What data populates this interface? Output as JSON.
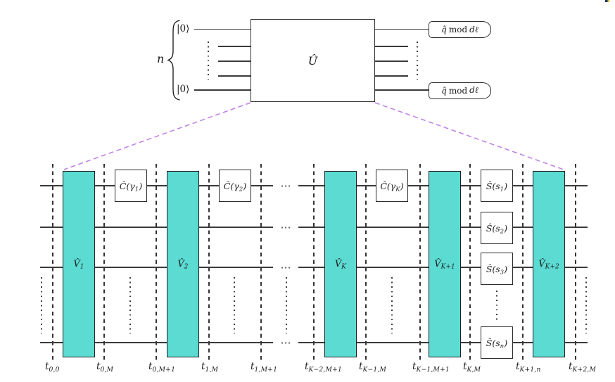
{
  "figure": {
    "description_colors": {
      "gate_fill_teal": "#5bdbd2",
      "wire": "#3a3a3a",
      "expansion_dashed_purple": "#be7ee6",
      "background": "#ffffff"
    }
  },
  "top_circuit": {
    "qubit_count_label": "n",
    "ket_top": "|0⟩",
    "ket_bottom": "|0⟩",
    "unitary_label": "Û",
    "measure_top": {
      "pre": "q̂",
      "mid": "mod",
      "post": "dℓ"
    },
    "measure_bottom": {
      "pre": "q̂",
      "mid": "mod",
      "post": "dℓ"
    }
  },
  "bottom_circuit": {
    "wire_ellipsis": "⋯",
    "v_gates": [
      {
        "pre": "V̂",
        "sub": "1"
      },
      {
        "pre": "V̂",
        "sub": "2"
      },
      {
        "pre": "V̂",
        "sub": "K"
      },
      {
        "pre": "V̂",
        "sub": "K+1"
      },
      {
        "pre": "V̂",
        "sub": "K+2"
      }
    ],
    "c_gates": [
      {
        "pre": "Ĉ(γ",
        "sub": "1",
        "post": ")"
      },
      {
        "pre": "Ĉ(γ",
        "sub": "2",
        "post": ")"
      },
      {
        "pre": "Ĉ(γ",
        "sub": "K",
        "post": ")"
      }
    ],
    "s_gates": [
      {
        "pre": "Ŝ(s",
        "sub": "1",
        "post": ")"
      },
      {
        "pre": "Ŝ(s",
        "sub": "2",
        "post": ")"
      },
      {
        "pre": "Ŝ(s",
        "sub": "3",
        "post": ")"
      },
      {
        "pre": "Ŝ(s",
        "sub": "n",
        "post": ")"
      }
    ],
    "time_labels": [
      {
        "base": "t",
        "sub": "0,0"
      },
      {
        "base": "t",
        "sub": "0,M"
      },
      {
        "base": "t",
        "sub": "0,M+1"
      },
      {
        "base": "t",
        "sub": "1,M"
      },
      {
        "base": "t",
        "sub": "1,M+1"
      },
      {
        "base": "t",
        "sub": "K−2,M+1"
      },
      {
        "base": "t",
        "sub": "K−1,M"
      },
      {
        "base": "t",
        "sub": "K−1,M+1"
      },
      {
        "base": "t",
        "sub": "K,M"
      },
      {
        "base": "t",
        "sub": "K+1,n"
      },
      {
        "base": "t",
        "sub": "K+2,M"
      }
    ]
  }
}
